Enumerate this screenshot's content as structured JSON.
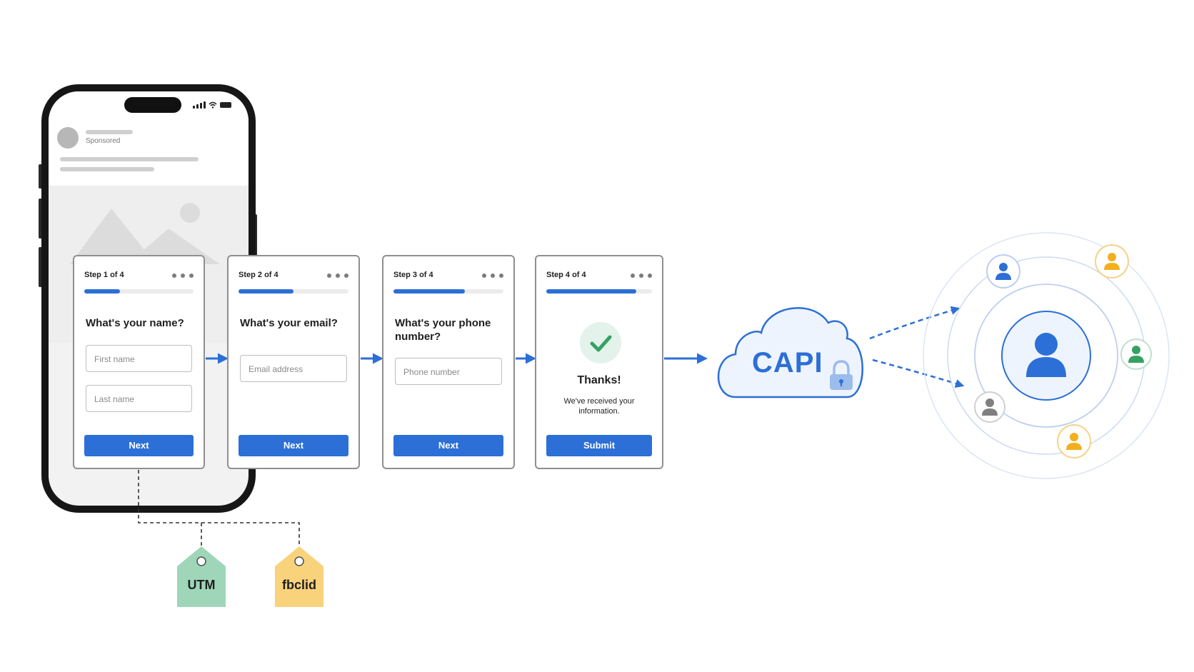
{
  "phone": {
    "sponsored_label": "Sponsored"
  },
  "steps": [
    {
      "label": "Step 1 of 4",
      "progress": 0.33,
      "question": "What's your name?",
      "fields": [
        "First name",
        "Last name"
      ],
      "button": "Next"
    },
    {
      "label": "Step 2 of 4",
      "progress": 0.5,
      "question": "What's your email?",
      "fields": [
        "Email address"
      ],
      "button": "Next"
    },
    {
      "label": "Step 3 of 4",
      "progress": 0.65,
      "question": "What's your phone number?",
      "fields": [
        "Phone number"
      ],
      "button": "Next"
    },
    {
      "label": "Step 4 of 4",
      "progress": 0.85,
      "thanks_title": "Thanks!",
      "thanks_message": "We've received your information.",
      "button": "Submit"
    }
  ],
  "tags": {
    "utm": "UTM",
    "fbclid": "fbclid"
  },
  "capi": {
    "label": "CAPI",
    "icon": "lock-icon"
  },
  "audience": {
    "center_icon": "person-icon",
    "colors": {
      "blue": "#2c6fd6",
      "yellow": "#f2b01e",
      "green": "#34a262",
      "gray": "#7f7f7f"
    }
  },
  "colors": {
    "accent": "#2c6fd6",
    "utm_tag": "#9fd6b9",
    "fbclid_tag": "#f9d27c"
  }
}
